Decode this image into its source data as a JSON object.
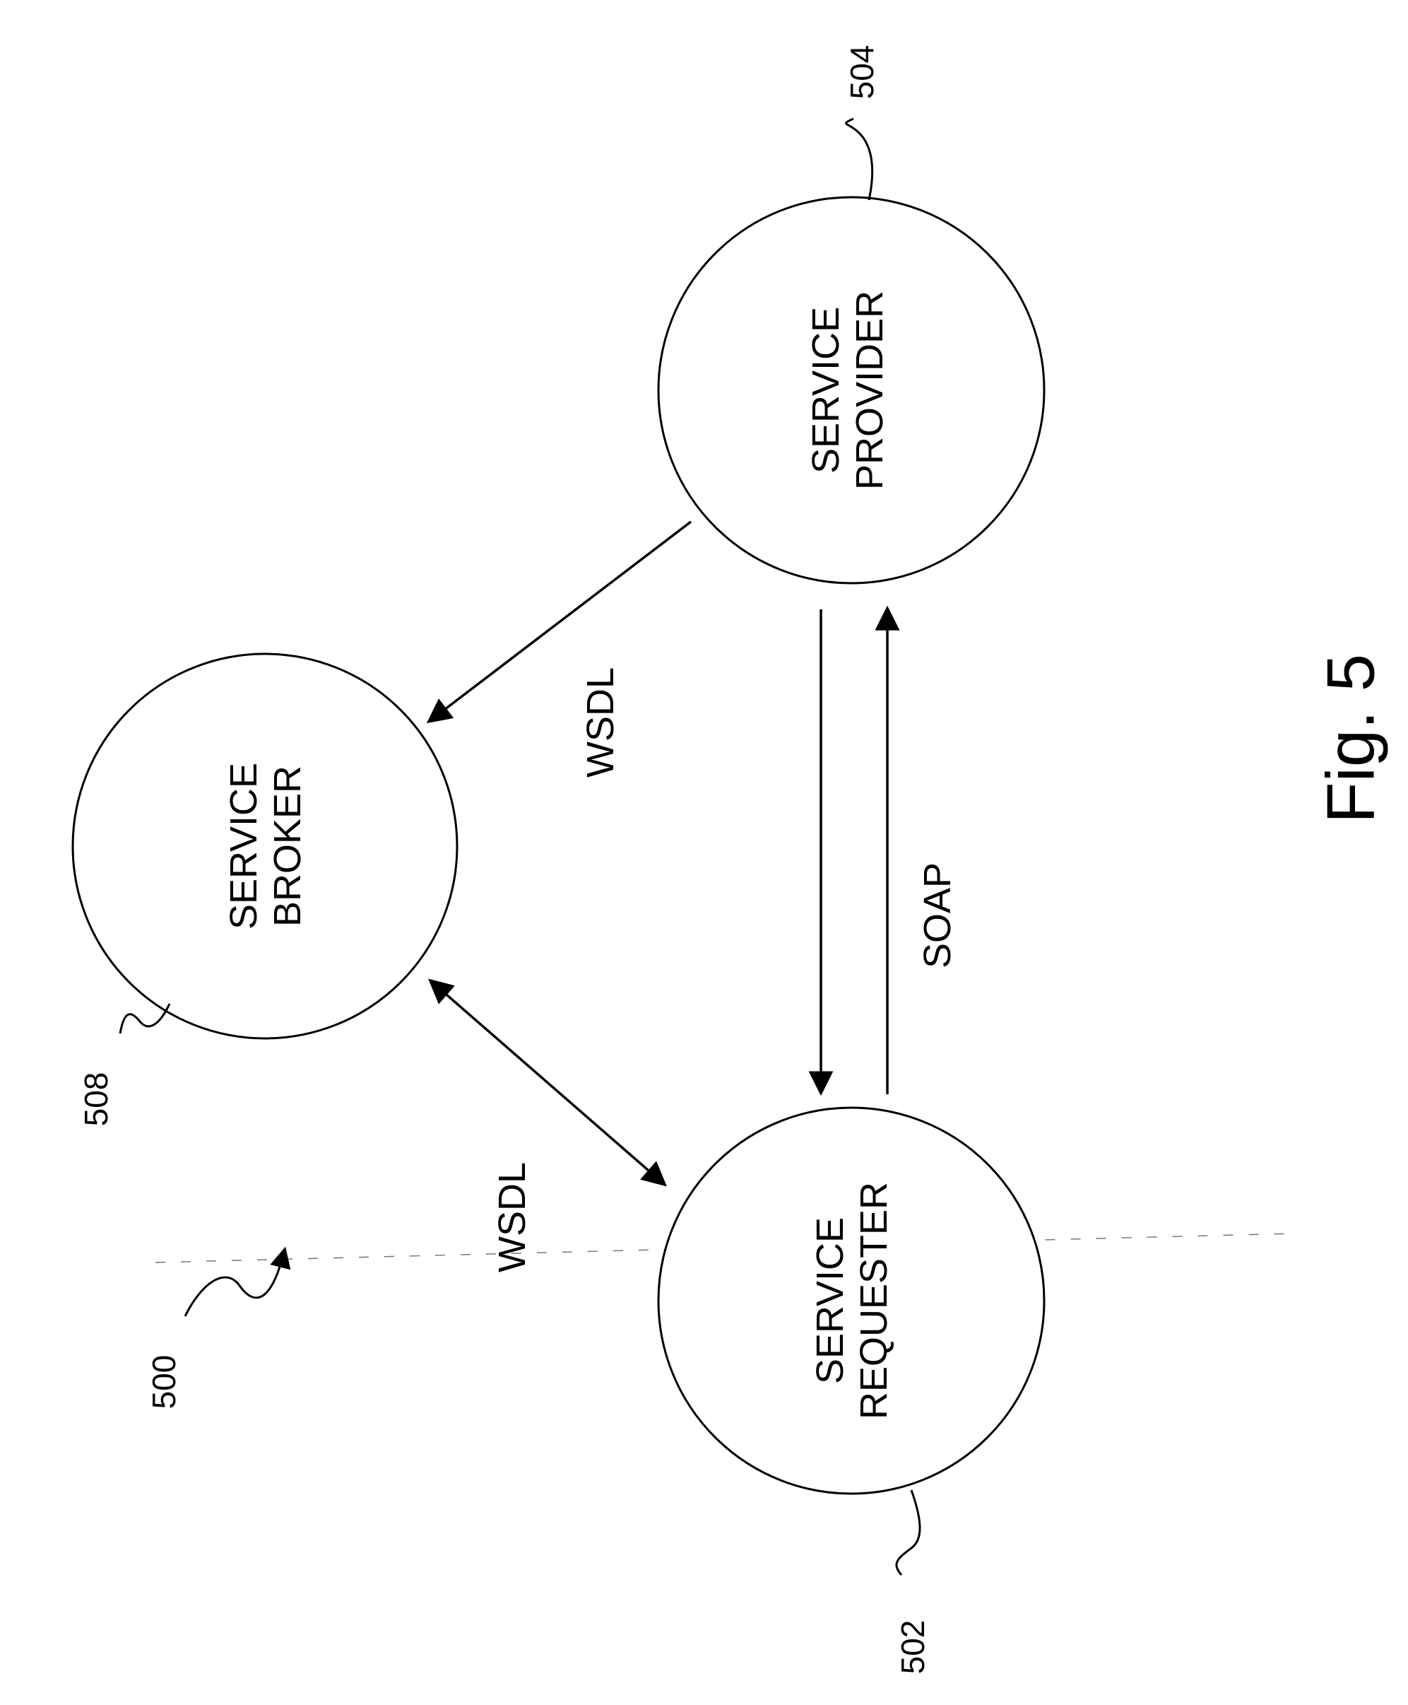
{
  "nodes": {
    "provider": {
      "line1": "SERVICE",
      "line2": "PROVIDER",
      "ref": "504"
    },
    "broker": {
      "line1": "SERVICE",
      "line2": "BROKER",
      "ref": "508"
    },
    "requester": {
      "line1": "SERVICE",
      "line2": "REQUESTER",
      "ref": "502"
    }
  },
  "connections": {
    "provider_to_broker": {
      "label": "WSDL"
    },
    "broker_requester": {
      "label": "WSDL"
    },
    "provider_requester": {
      "label": "SOAP"
    }
  },
  "system_ref": "500",
  "figure_label": "Fig. 5",
  "colors": {
    "ink": "#000000",
    "paper": "#ffffff"
  }
}
